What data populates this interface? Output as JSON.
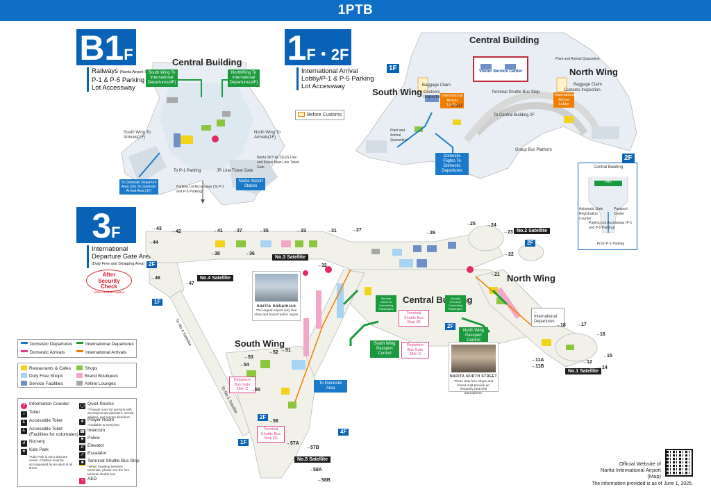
{
  "header": {
    "title": "1PTB"
  },
  "floors": {
    "b1": {
      "badge_main": "B1",
      "badge_sub": "F",
      "desc_line1": "Railways",
      "desc_sub": "(Narita Airport Station)",
      "desc_line2": "P-1 & P-5 Parking",
      "desc_line3": "Lot Accessway",
      "central": "Central Building",
      "south_wing_to_intl": "South Wing To International Departures(4F)",
      "north_wing_to_intl": "NorthWing To International Departures(4F)",
      "south_to_arr": "South Wing To Arrivals(1F)",
      "north_to_arr": "North Wing To Arrivals(1F)",
      "skyaccess": "Narita SKY ACCESS Line and Keisei Main Line Ticket Gate",
      "jr_gate": "JR Line Ticket Gate",
      "to_p1": "To P-1 Parking",
      "domestic": "To Domestic Departure Area (1F) To Domestic Arrival Area (1F)",
      "station": "Narita Airport Station",
      "parking_access": "Parking Lot Accessway (To P-1 and P-5 Parking)"
    },
    "f1f2": {
      "badge_main": "1",
      "badge_sub": "F・2F",
      "desc_line1": "International Arrival",
      "desc_line2": "Lobby/P-1 & P-5 Parking",
      "desc_line3": "Lot Accessway",
      "before_customs": "Before Customs",
      "tag_1f": "1F",
      "tag_2f": "2F",
      "central": "Central Building",
      "south": "South Wing",
      "north": "North Wing",
      "visitor": "Visitor Service Center",
      "baggage_s": "Baggage Claim",
      "customs_s": "Customs Inspection",
      "baggage_n": "Baggage Claim",
      "customs_n": "Customs Inspection",
      "arrival_lobby_s": "International Arrival Lobby",
      "arrival_lobby_n": "International Arrival Lobby",
      "shuttle": "Terminal Shuttle Bus Stop",
      "domestic_flights": "Domestic Flights To Domestic Departures",
      "to_central_2f": "To Central Building 2F",
      "group_bus": "Group Bus Platform",
      "plant_s": "Plant and Animal Quarantine",
      "plant_n": "Plant and Animal Quarantine",
      "to_b1f": "To B1F",
      "inset_central": "Central Building",
      "inset_intl": "To International Departures (4F)",
      "inset_auto": "Automatic Gate Registration Counter",
      "inset_passport": "Passport Center",
      "inset_parking": "Parking Lot Accessway (P-1 and P-5 Parking)",
      "inset_from": "From P-1 Parking"
    },
    "f3": {
      "badge_main": "3",
      "badge_sub": "F",
      "desc_line1": "International",
      "desc_line2": "Departure Gate Area",
      "desc_sub": "(Duty Free and Shopping Area)",
      "after_1": "After",
      "after_2": "Security",
      "after_3": "Check",
      "after_sub": "(International Flights)",
      "central": "Central Building",
      "south": "South Wing",
      "north": "North Wing",
      "sat1": "No.1 Satellite",
      "sat2": "No.2 Satellite",
      "sat3": "No.3 Satellite",
      "sat4": "No.4 Satellite",
      "sat5": "No.5 Satellite",
      "to_sat4": "To No.4 Satellite",
      "to_sat5": "To No.5 Satellite",
      "to_domestic": "To Domestic Area",
      "sw_passport": "South Wing Passport Control",
      "nw_passport": "North Wing Passport Control",
      "sec_check_1": "Security Check for Connecting Passengers",
      "sec_check_2": "Security Check for Connecting Passengers",
      "shuttle_2b": "Terminal Shuttle Bus Stop 2B",
      "shuttle_5s": "Terminal Shuttle Bus Stop 5S",
      "dep_bus_28a": "Departure Bus Gate 28A~G",
      "dep_bus_59a": "Departure Bus Gate 59A~C",
      "intl_dep": "International Departures",
      "nakamise_brand": "narita nakamise",
      "nakamise_cap": "The largest airport duty free shop and brand mall in Japan",
      "north_street_brand": "NARITA NORTH STREET",
      "north_street_cap": "These duty free shops and brand mall provide an elegantly peaceful atmosphere.",
      "tag_1f_a": "1F",
      "tag_1f_b": "1F",
      "tag_2f_a": "2F",
      "tag_2f_b": "2F",
      "tag_2f_c": "2F",
      "tag_2f_d": "2F",
      "tag_4f": "4F",
      "gates": [
        "43",
        "42",
        "41",
        "37",
        "35",
        "33",
        "31",
        "27",
        "44",
        "38",
        "36",
        "32",
        "26",
        "25",
        "24",
        "23",
        "46",
        "47",
        "22",
        "21",
        "18",
        "17",
        "16",
        "15",
        "14",
        "12",
        "11A",
        "11B",
        "51",
        "52",
        "53",
        "54",
        "55",
        "56",
        "57A",
        "57B",
        "58A",
        "58B"
      ]
    }
  },
  "legend": {
    "flows": [
      {
        "label": "Domestic Departures",
        "color": "#1a7ac9"
      },
      {
        "label": "International Departures",
        "color": "#1a9a3d"
      },
      {
        "label": "Domestic Arrivals",
        "color": "#e03e8c"
      },
      {
        "label": "International Arrivals",
        "color": "#ef7d00"
      }
    ],
    "areas": [
      {
        "label": "Restaurants & Cafes",
        "color": "#f2d21a"
      },
      {
        "label": "Shops",
        "color": "#8cc63f"
      },
      {
        "label": "Duty Free Shops",
        "color": "#a6d4f2"
      },
      {
        "label": "Brand Boutiques",
        "color": "#f4a6c8"
      },
      {
        "label": "Service Facilities",
        "color": "#6f8fc9"
      },
      {
        "label": "Airline Lounges",
        "color": "#a8a8a8"
      }
    ],
    "icons_left": [
      {
        "label": "Information Counter",
        "icon": "information-icon"
      },
      {
        "label": "Toilet",
        "icon": "toilet-icon"
      },
      {
        "label": "Accessible Toilet",
        "icon": "accessible-toilet-icon"
      },
      {
        "label": "Accessible Toilet",
        "icon": "accessible-toilet-ostomate-icon"
      },
      {
        "label": "(Facilities for ostomates)",
        "icon": ""
      },
      {
        "label": "Nursery",
        "icon": "nursery-icon"
      },
      {
        "label": "Kids Park",
        "icon": "kids-park-icon"
      }
    ],
    "kids_note": "*Kids Park is not a daycare center. Children must be accompanied by an adult at all times.",
    "icons_right": [
      {
        "label": "Quiet Rooms",
        "icon": "quiet-room-icon"
      },
      {
        "label": "Prayer Room",
        "icon": "prayer-room-icon"
      },
      {
        "label": "Intercom",
        "icon": "intercom-icon"
      },
      {
        "label": "Police",
        "icon": "police-icon"
      },
      {
        "label": "Elevator",
        "icon": "elevator-icon"
      },
      {
        "label": "Escalator",
        "icon": "escalator-icon"
      },
      {
        "label": "Terminal Shuttle Bus Stop",
        "icon": "shuttle-bus-icon"
      }
    ],
    "quiet_note": "*Tranquil room for persons with developmental disorders, mental abilities, and mental disorders.",
    "prayer_note": "*Available to everyone.",
    "shuttle_note": "*When traveling between terminals, please use the free terminal shuttle bus.",
    "aed": {
      "label": "AED",
      "icon": "aed-icon"
    }
  },
  "footer": {
    "line1": "Official Website of",
    "line2": "Narita International Airport",
    "line3": "(Map)",
    "info": "The information provided is as of June 1, 2025."
  }
}
